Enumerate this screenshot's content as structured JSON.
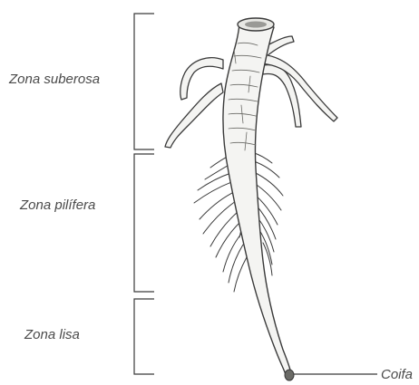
{
  "labels": {
    "zona_suberosa": "Zona suberosa",
    "zona_pilifera": "Zona pilífera",
    "zona_lisa": "Zona lisa",
    "coifa": "Coifa"
  },
  "colors": {
    "ink": "#4a4a4a",
    "root_fill": "#f4f4f2",
    "root_stroke": "#3a3a3a"
  }
}
